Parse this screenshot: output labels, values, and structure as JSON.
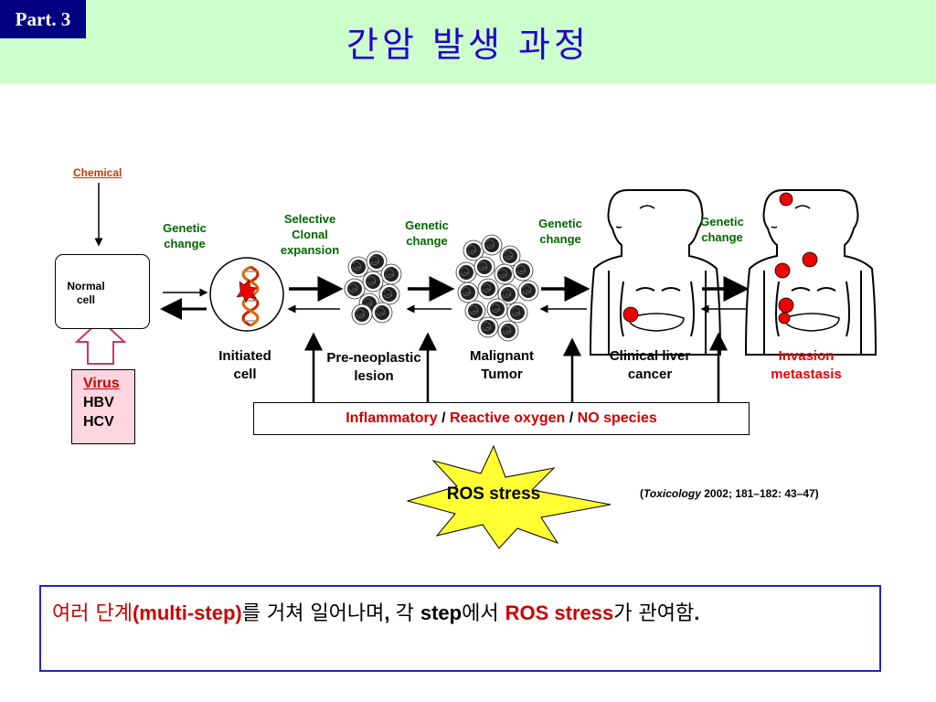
{
  "header": {
    "part_badge": "Part. 3",
    "title": "간암 발생 과정"
  },
  "diagram": {
    "chemical": "Chemical",
    "normal_cell": "Normal cell",
    "transitions": [
      "Genetic change",
      "Selective Clonal expansion",
      "Genetic change",
      "Genetic change",
      "Genetic change"
    ],
    "stages": [
      "Initiated cell",
      "Pre-neoplastic lesion",
      "Malignant Tumor",
      "Clinical liver cancer",
      "Invasion metastasis"
    ],
    "virus": {
      "title": "Virus",
      "items": [
        "HBV",
        "HCV"
      ]
    },
    "inflammation": {
      "part1": "Inflammatory",
      "sep": " / ",
      "part2": "Reactive oxygen",
      "part3": "NO species"
    },
    "ros": "ROS stress",
    "citation": {
      "open": "(",
      "journal": "Toxicology",
      "rest": " 2002; 181–182: 43–47)"
    }
  },
  "summary": {
    "part1": "여러 단계",
    "part2": "(multi-step)",
    "part3": "를 거쳐 일어나며",
    "part4": ", ",
    "part5": "각 ",
    "part6": "step",
    "part7": "에서  ",
    "part8": "ROS stress",
    "part9": "가 관여함",
    "part10": "."
  },
  "colors": {
    "header_bg": "#ccffcc",
    "badge_bg": "#000080",
    "title": "#2200cc",
    "green_label": "#006600",
    "red": "#cc0000",
    "virus_bg": "#ffd6e0",
    "ros_star": "#ffff33"
  },
  "icons": [
    "dna-helix-icon",
    "tumor-cell-cluster-icon",
    "human-body-icon",
    "down-arrow-icon",
    "up-arrow-icon"
  ]
}
